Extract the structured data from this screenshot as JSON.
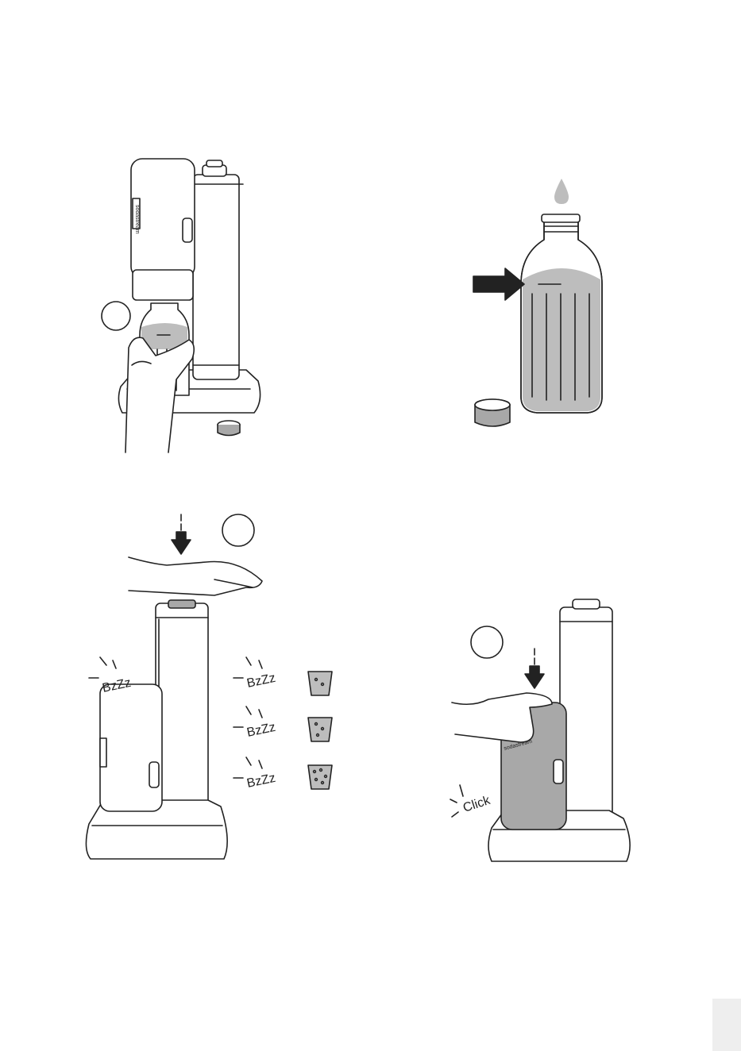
{
  "panels": {
    "insert_bottle": {
      "brand": "sodastream"
    },
    "fill_bottle": {},
    "carbonate": {
      "sounds": [
        "BzZz",
        "BzZz",
        "BzZz",
        "BzZz"
      ]
    },
    "release": {
      "brand": "sodastream",
      "sound": "Click"
    }
  },
  "colors": {
    "line": "#222222",
    "water": "#bdbdbd",
    "gray_fill": "#a8a8a8",
    "tab": "#eeeeee"
  }
}
